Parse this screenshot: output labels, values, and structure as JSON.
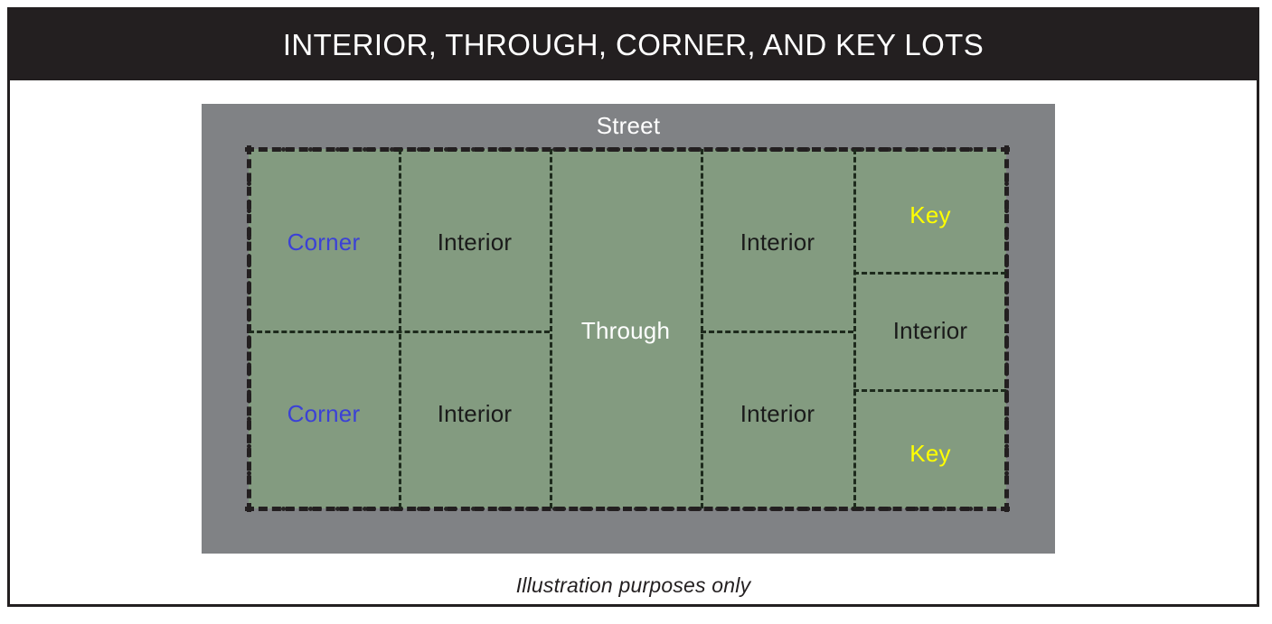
{
  "figure": {
    "title": "INTERIOR, THROUGH, CORNER, AND KEY LOTS",
    "caption": "Illustration purposes only",
    "street_label": "Street"
  },
  "colors": {
    "title_band": "#231f20",
    "title_text": "#ffffff",
    "street_gray": "#808285",
    "lot_green": "#839b80",
    "lot_line": "#1d2a1c",
    "perimeter_line": "#231f20",
    "label_interior": "#1a1a1a",
    "label_corner": "#3b41d6",
    "label_key": "#ffff00",
    "label_through": "#ffffff",
    "caption_text": "#231f20",
    "page_background": "#ffffff"
  },
  "lots": [
    {
      "id": "corner-top",
      "label": "Corner",
      "type": "corner"
    },
    {
      "id": "interior-top-left",
      "label": "Interior",
      "type": "interior"
    },
    {
      "id": "through",
      "label": "Through",
      "type": "through"
    },
    {
      "id": "interior-top-right",
      "label": "Interior",
      "type": "interior"
    },
    {
      "id": "key-top",
      "label": "Key",
      "type": "key"
    },
    {
      "id": "corner-bottom",
      "label": "Corner",
      "type": "corner"
    },
    {
      "id": "interior-bottom-left",
      "label": "Interior",
      "type": "interior"
    },
    {
      "id": "interior-mid-right",
      "label": "Interior",
      "type": "interior"
    },
    {
      "id": "interior-bottom-right",
      "label": "Interior",
      "type": "interior"
    },
    {
      "id": "key-bottom",
      "label": "Key",
      "type": "key"
    }
  ]
}
